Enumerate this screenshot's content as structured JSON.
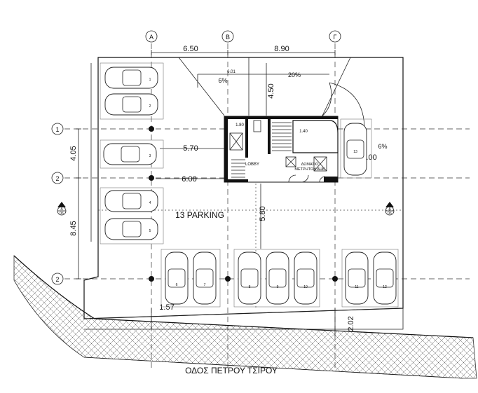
{
  "grid": {
    "top": [
      "Α",
      "Β",
      "Γ"
    ],
    "left": [
      "1",
      "2",
      "2"
    ]
  },
  "dimensions": {
    "ab_span": "6.50",
    "bg_span": "8.90",
    "ramp_width": "6.01",
    "ramp_depth": "4.50",
    "row_1_2": "4.05",
    "row_2_2": "8.45",
    "to_core_upper": "5.70",
    "to_core_lower": "6.00",
    "core_to_bays": "5.80",
    "right_gap": "5.00",
    "column_offset": "1.57",
    "to_street": "2.02",
    "stair_small_1": "1.80",
    "stair_small_2": "1.40"
  },
  "slopes": {
    "ramp_left": "6%",
    "ramp_main": "20%",
    "right": "6%"
  },
  "labels": {
    "parking_title": "13 PARKING",
    "lobby": "LOBBY",
    "meter_room_1": "ΔΩΜΑΤΙΟ",
    "meter_room_2": "ΜΕΤΡΗΤΩΝ ΑΗΚ",
    "street": "ΟΔΟΣ ΠΕΤΡΟΥ ΤΣΙΡΟΥ",
    "section_mark_left_letter": "A",
    "section_mark_left_sheet": "06",
    "section_mark_right_letter": "A",
    "section_mark_right_sheet": "06"
  },
  "parking_spaces": [
    "1",
    "2",
    "3",
    "4",
    "5",
    "6",
    "7",
    "8",
    "9",
    "10",
    "11",
    "12",
    "13"
  ]
}
